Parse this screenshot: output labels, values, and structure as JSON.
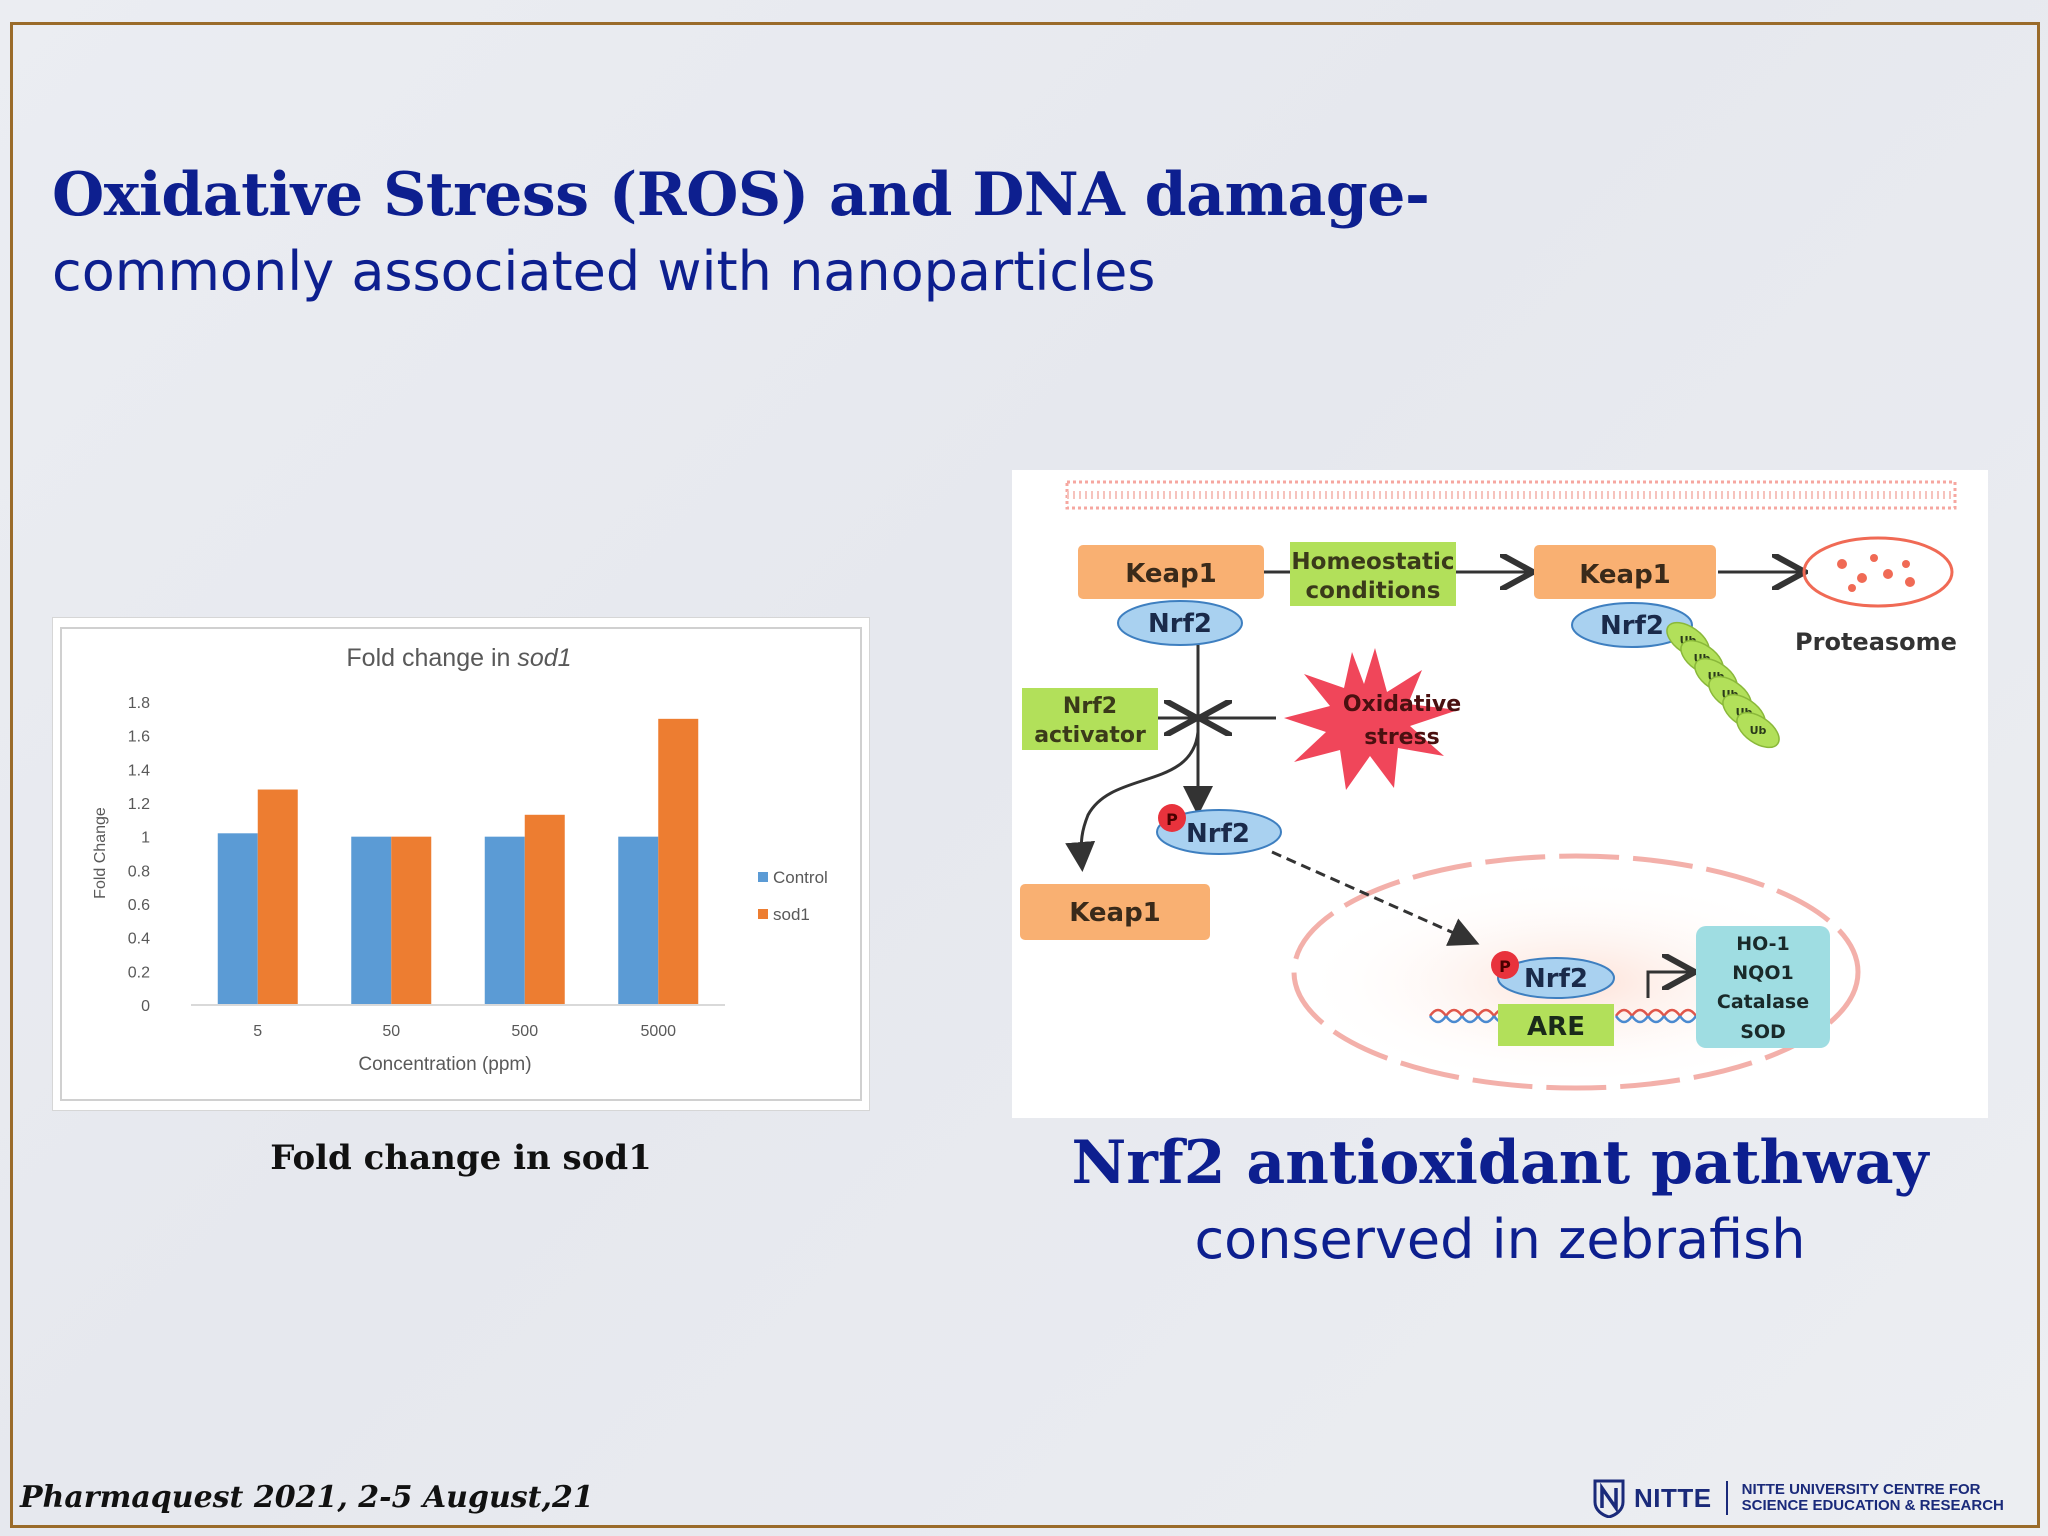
{
  "slide": {
    "title": "Oxidative Stress (ROS) and DNA damage-",
    "subtitle": "commonly associated with nanoparticles",
    "chart_caption": "Fold change in sod1",
    "pathway_title": "Nrf2 antioxidant pathway",
    "pathway_subtitle": "conserved in zebrafish",
    "footer": "Pharmaquest 2021, 2-5 August,21",
    "logo": {
      "word": "NITTE",
      "institution_line1": "NITTE UNIVERSITY CENTRE FOR",
      "institution_line2": "SCIENCE EDUCATION & RESEARCH"
    }
  },
  "chart_data": {
    "type": "bar",
    "title_plain": "Fold change in ",
    "title_italic": "sod1",
    "xlabel": "Concentration (ppm)",
    "ylabel": "Fold Change",
    "categories": [
      "5",
      "50",
      "500",
      "5000"
    ],
    "series": [
      {
        "name": "Control",
        "values": [
          1.02,
          1.0,
          1.0,
          1.0
        ],
        "color": "#5b9bd5"
      },
      {
        "name": "sod1",
        "values": [
          1.28,
          1.0,
          1.13,
          1.7
        ],
        "color": "#ed7d31"
      }
    ],
    "ylim": [
      0,
      1.8
    ],
    "yticks": [
      "0",
      "0.2",
      "0.4",
      "0.6",
      "0.8",
      "1",
      "1.2",
      "1.4",
      "1.6",
      "1.8"
    ],
    "grid": false,
    "legend": "right"
  },
  "diagram": {
    "keap1_top": "Keap1",
    "nrf2_top": "Nrf2",
    "homeostatic_line1": "Homeostatic",
    "homeostatic_line2": "conditions",
    "keap1_right": "Keap1",
    "nrf2_right": "Nrf2",
    "proteasome": "Proteasome",
    "ub_labels": [
      "Ub",
      "Ub",
      "Ub",
      "Ub",
      "Ub",
      "Ub"
    ],
    "activator_line1": "Nrf2",
    "activator_line2": "activator",
    "oxidative_line1": "Oxidative",
    "oxidative_line2": "stress",
    "phospho": "P",
    "nrf2_phos": "Nrf2",
    "keap1_bottom": "Keap1",
    "phospho_nuc": "P",
    "nrf2_nuc": "Nrf2",
    "are": "ARE",
    "genes": [
      "HO-1",
      "NQO1",
      "Catalase",
      "SOD"
    ]
  },
  "colors": {
    "title_blue": "#0d1f8f",
    "keap1_orange": "#f9b072",
    "nrf2_blue": "#a9d1f0",
    "green_box": "#b2e05a",
    "starburst": "#f0465a",
    "gene_box": "#9fdde2"
  }
}
